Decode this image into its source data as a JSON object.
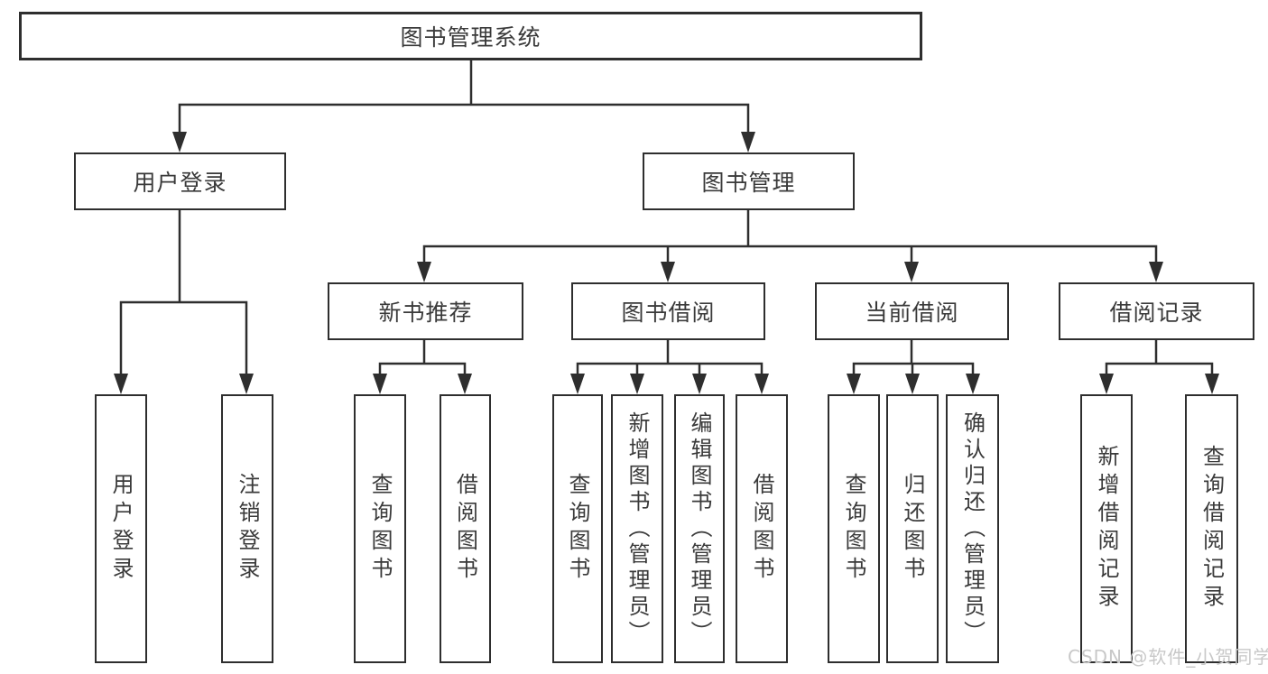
{
  "diagram": {
    "title_node": "图书管理系统",
    "colors": {
      "line": "#2e2e2e",
      "box_border": "#2e2e2e",
      "text": "#3a3a3a",
      "background": "#ffffff",
      "watermark": "#c8c8c8"
    },
    "nodes": {
      "root": {
        "label": "图书管理系统"
      },
      "userLogin": {
        "label": "用户登录"
      },
      "bookMgmt": {
        "label": "图书管理"
      },
      "newBookRec": {
        "label": "新书推荐"
      },
      "bookBorrow": {
        "label": "图书借阅"
      },
      "currentBorrow": {
        "label": "当前借阅"
      },
      "borrowRecord": {
        "label": "借阅记录"
      },
      "leafUserLogin": {
        "label": "用户登录"
      },
      "leafLogout": {
        "label": "注销登录"
      },
      "nbQueryBook": {
        "label": "查询图书"
      },
      "nbBorrowBook": {
        "label": "借阅图书"
      },
      "bbQueryBook": {
        "label": "查询图书"
      },
      "bbAddBook": {
        "label": "新增图书（管理员）"
      },
      "bbEditBook": {
        "label": "编辑图书（管理员）"
      },
      "bbBorrowBook": {
        "label": "借阅图书"
      },
      "cbQueryBook": {
        "label": "查询图书"
      },
      "cbReturnBook": {
        "label": "归还图书"
      },
      "cbConfirmReturn": {
        "label": "确认归还（管理员）"
      },
      "brAddRecord": {
        "label": "新增借阅记录"
      },
      "brQueryRecord": {
        "label": "查询借阅记录"
      }
    },
    "hierarchy": {
      "root": [
        "userLogin",
        "bookMgmt"
      ],
      "userLogin": [
        "leafUserLogin",
        "leafLogout"
      ],
      "bookMgmt": [
        "newBookRec",
        "bookBorrow",
        "currentBorrow",
        "borrowRecord"
      ],
      "newBookRec": [
        "nbQueryBook",
        "nbBorrowBook"
      ],
      "bookBorrow": [
        "bbQueryBook",
        "bbAddBook",
        "bbEditBook",
        "bbBorrowBook"
      ],
      "currentBorrow": [
        "cbQueryBook",
        "cbReturnBook",
        "cbConfirmReturn"
      ],
      "borrowRecord": [
        "brAddRecord",
        "brQueryRecord"
      ]
    }
  },
  "watermark": {
    "text": "CSDN @软件_小贺同学"
  }
}
